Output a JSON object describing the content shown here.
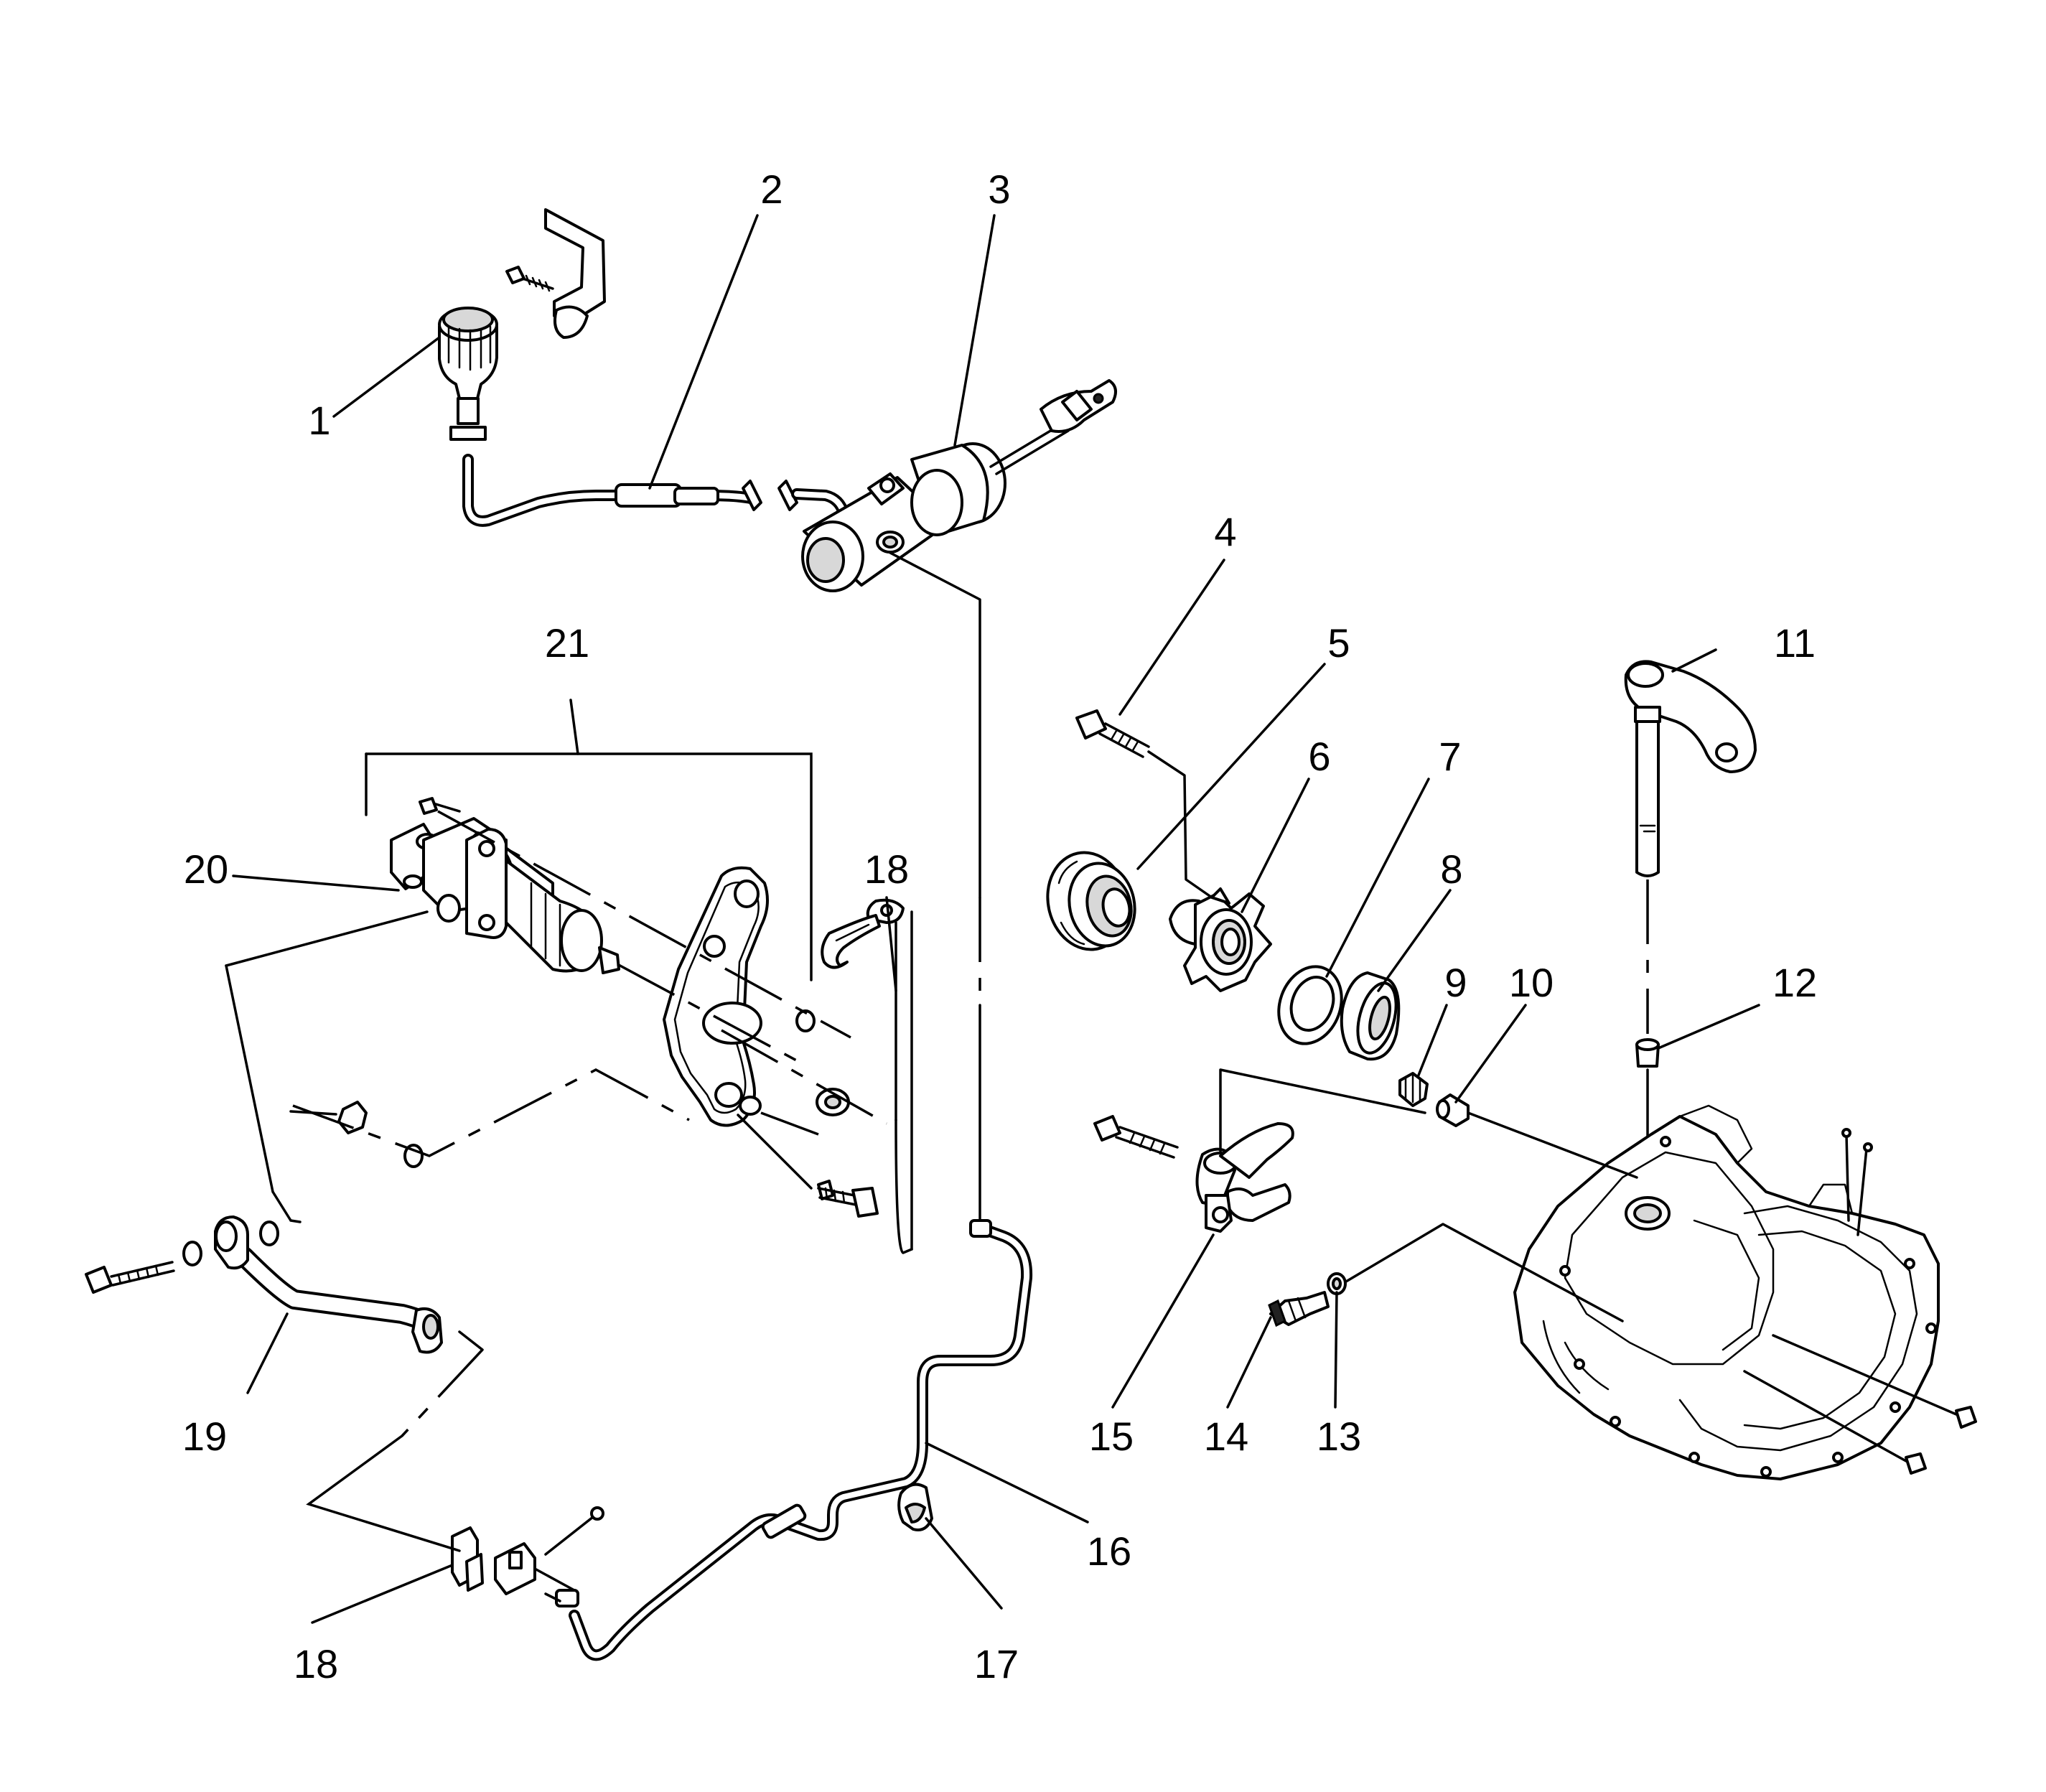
{
  "callouts": {
    "c1": "1",
    "c2": "2",
    "c3": "3",
    "c4": "4",
    "c5": "5",
    "c6": "6",
    "c7": "7",
    "c8": "8",
    "c9": "9",
    "c10": "10",
    "c11": "11",
    "c12": "12",
    "c13": "13",
    "c14": "14",
    "c15": "15",
    "c16": "16",
    "c17": "17",
    "c18a": "18",
    "c18b": "18",
    "c19": "19",
    "c20": "20",
    "c21": "21"
  }
}
